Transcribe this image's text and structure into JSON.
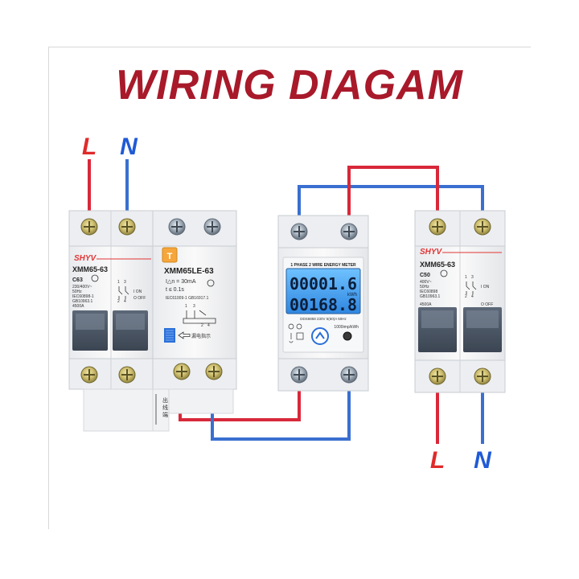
{
  "title": "WIRING DIAGAM",
  "colors": {
    "title": "#a8192a",
    "live_wire": "#d8283a",
    "neutral_wire": "#3a6fd0",
    "live_label": "#e02a2a",
    "neutral_label": "#1f5ad6",
    "brand": "#e23434",
    "lcd_bg": "#3f9ae8"
  },
  "input_labels": {
    "live": "L",
    "neutral": "N"
  },
  "output_labels": {
    "live": "L",
    "neutral": "N"
  },
  "left_breaker": {
    "brand": "SHYV",
    "model": "XMM65-63",
    "rating": "C63",
    "spec_lines": [
      "230/400V~",
      "50Hz",
      "IEC60898-1",
      "GB10963.1",
      "4500A"
    ],
    "on_label": "I ON",
    "off_label": "O OFF",
    "pole_marks": [
      "1",
      "3",
      "2",
      "4"
    ]
  },
  "rcd": {
    "badge": "T",
    "model": "XMM65LE-63",
    "sensitivity": "I△n = 30mA",
    "trip_time": "t ≤ 0.1s",
    "standard": "IEC61009-1  GB16917.1",
    "indicator_label": "漏电指示",
    "bottom_tag": "出线端",
    "pole_marks": [
      "1",
      "3",
      "2",
      "4"
    ]
  },
  "meter": {
    "header": "1 PHASE 2 WIRE ENERGY METER",
    "reading_top": "00001.6",
    "reading_bottom": "00168.8",
    "unit": "kWh",
    "spec_line": "DDS6858  230V  5(60)A  50Hz",
    "impulse": "1000imp/kWh"
  },
  "right_breaker": {
    "brand": "SHYV",
    "model": "XMM65-63",
    "rating": "C50",
    "spec_lines": [
      "400V~",
      "50Hz",
      "IEC60898",
      "GB10963.1",
      "4500A"
    ],
    "on_label": "I ON",
    "off_label": "O OFF",
    "pole_marks": [
      "1",
      "3",
      "2",
      "4"
    ]
  }
}
